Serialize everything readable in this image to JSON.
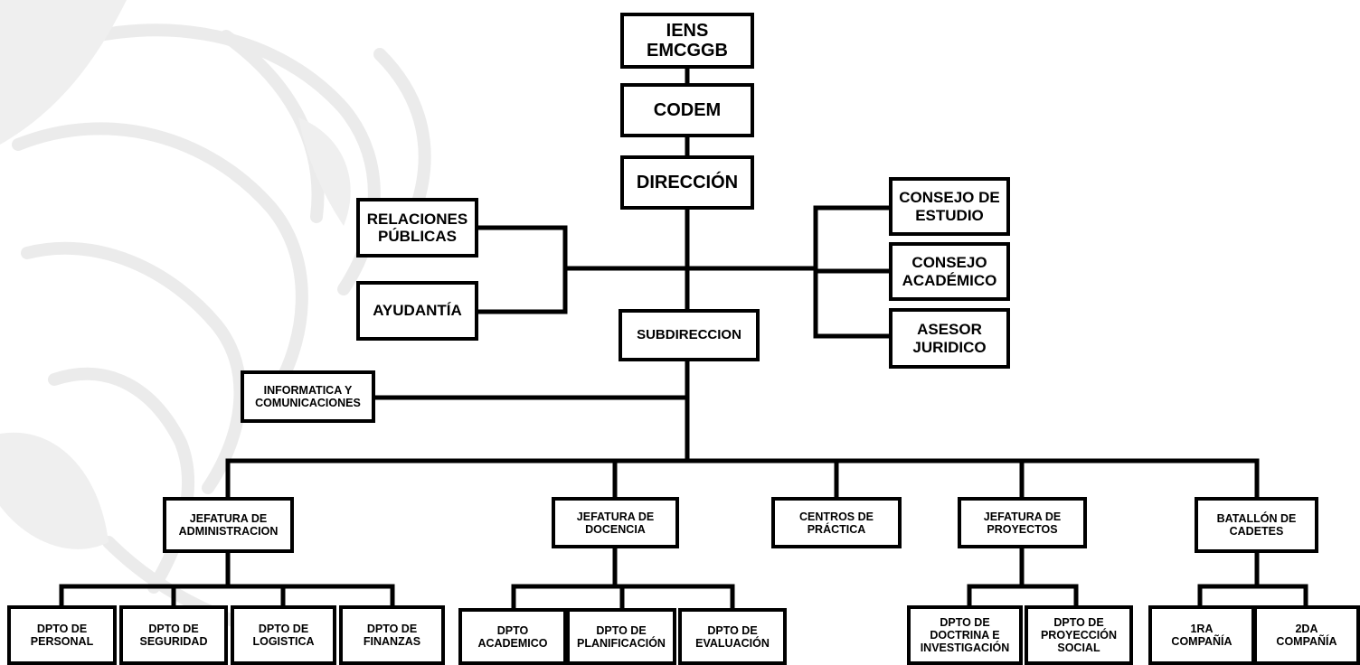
{
  "colors": {
    "line": "#000000",
    "box_border": "#000000",
    "box_fill": "#ffffff",
    "watermark": "#ebebeb"
  },
  "watermark": {
    "icon": "profile-engraving-watermark"
  },
  "nodes": {
    "iens": {
      "line1": "IENS",
      "line2": "EMCGGB"
    },
    "codem": {
      "line1": "CODEM"
    },
    "direccion": {
      "line1": "DIRECCIÓN"
    },
    "relaciones": {
      "line1": "RELACIONES",
      "line2": "PÚBLICAS"
    },
    "ayudantia": {
      "line1": "AYUDANTÍA"
    },
    "consejo_estudio": {
      "line1": "CONSEJO DE",
      "line2": "ESTUDIO"
    },
    "consejo_acad": {
      "line1": "CONSEJO",
      "line2": "ACADÉMICO"
    },
    "asesor": {
      "line1": "ASESOR",
      "line2": "JURIDICO"
    },
    "subdireccion": {
      "line1": "SUBDIRECCION"
    },
    "informatica": {
      "line1": "INFORMATICA Y",
      "line2": "COMUNICACIONES"
    },
    "jef_admin": {
      "line1": "JEFATURA DE",
      "line2": "ADMINISTRACION"
    },
    "jef_docencia": {
      "line1": "JEFATURA DE",
      "line2": "DOCENCIA"
    },
    "centros": {
      "line1": "CENTROS DE",
      "line2": "PRÁCTICA"
    },
    "jef_proyectos": {
      "line1": "JEFATURA DE",
      "line2": "PROYECTOS"
    },
    "batallon": {
      "line1": "BATALLÓN DE",
      "line2": "CADETES"
    },
    "dpto_personal": {
      "line1": "DPTO DE",
      "line2": "PERSONAL"
    },
    "dpto_seguridad": {
      "line1": "DPTO DE",
      "line2": "SEGURIDAD"
    },
    "dpto_logistica": {
      "line1": "DPTO DE",
      "line2": "LOGISTICA"
    },
    "dpto_finanzas": {
      "line1": "DPTO DE",
      "line2": "FINANZAS"
    },
    "dpto_academico": {
      "line1": "DPTO",
      "line2": "ACADEMICO"
    },
    "dpto_planif": {
      "line1": "DPTO DE",
      "line2": "PLANIFICACIÓN"
    },
    "dpto_evaluacion": {
      "line1": "DPTO DE",
      "line2": "EVALUACIÓN"
    },
    "dpto_doctrina": {
      "line1": "DPTO DE",
      "line2": "DOCTRINA E",
      "line3": "INVESTIGACIÓN"
    },
    "dpto_proyeccion": {
      "line1": "DPTO DE",
      "line2": "PROYECCIÓN",
      "line3": "SOCIAL"
    },
    "compania_1": {
      "line1": "1RA",
      "line2": "COMPAÑÍA"
    },
    "compania_2": {
      "line1": "2DA",
      "line2": "COMPAÑÍA"
    }
  }
}
